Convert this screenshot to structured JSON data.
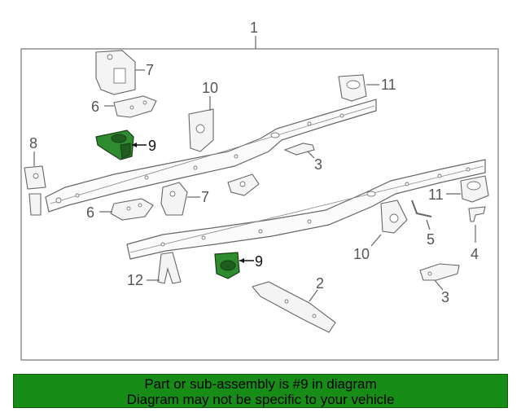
{
  "callouts": {
    "c1": "1",
    "c7a": "7",
    "c6a": "6",
    "c10a": "10",
    "c11a": "11",
    "c9a": "9",
    "c8": "8",
    "c3a": "3",
    "c6b": "6",
    "c7b": "7",
    "c11b": "11",
    "c5": "5",
    "c10b": "10",
    "c4": "4",
    "c9b": "9",
    "c12": "12",
    "c2": "2",
    "c3b": "3"
  },
  "banner": {
    "line1": "Part or sub-assembly is #9 in diagram",
    "line2": "Diagram may not be specific to your vehicle"
  },
  "colors": {
    "highlight": "#2e8b2e",
    "banner_bg": "#178c17"
  }
}
